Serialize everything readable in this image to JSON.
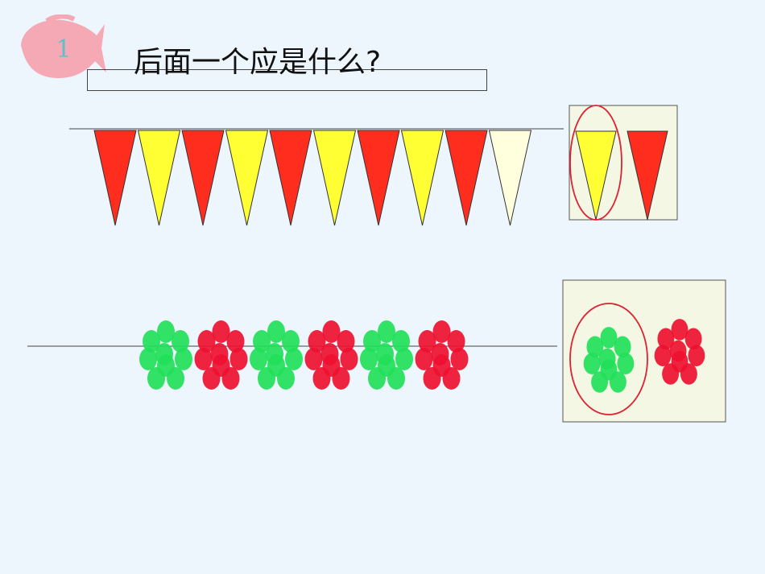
{
  "badge": {
    "number": "1",
    "shape": "fish-icon",
    "color": "#f4a9b4"
  },
  "question": {
    "text": "后面一个应是什么?"
  },
  "pattern_rows": [
    {
      "name": "pennant-row",
      "sequence": [
        "red",
        "yellow",
        "red",
        "yellow",
        "red",
        "yellow",
        "red",
        "yellow",
        "red",
        "pale-yellow"
      ],
      "answer_options": [
        "yellow",
        "red"
      ],
      "selected_answer": "yellow"
    },
    {
      "name": "flower-row",
      "sequence": [
        "green",
        "red",
        "green",
        "red",
        "green",
        "red"
      ],
      "answer_options": [
        "green",
        "red"
      ],
      "selected_answer": "green"
    }
  ],
  "colors": {
    "red": "#ff2d1e",
    "yellow": "#ffff33",
    "pale-yellow": "#ffffdd",
    "green": "#22e05a",
    "flower-red": "#ee1030",
    "circle": "#dd2233",
    "answer-box-fill": "#f3f7e3"
  }
}
